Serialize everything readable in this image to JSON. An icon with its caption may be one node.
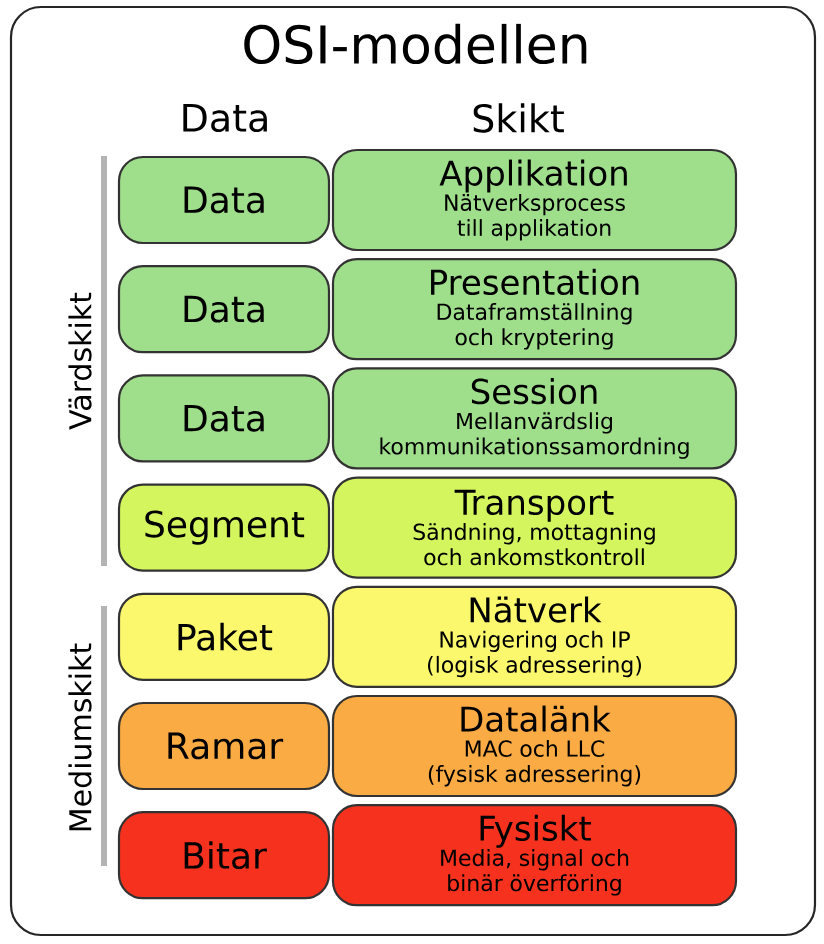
{
  "diagram": {
    "title": "OSI-modellen",
    "nodes": [
      {
        "text": [
          "Data"
        ]
      },
      {
        "text": [
          "Applikation",
          "Nätverksprocess till applikation"
        ]
      },
      {
        "text": [
          "Data"
        ]
      },
      {
        "text": [
          "Presentation",
          "Dataframställning och kryptering"
        ]
      },
      {
        "text": [
          "Data"
        ]
      },
      {
        "text": [
          "Session",
          "Mellanvärdslig kommunikationssamordning"
        ]
      },
      {
        "text": [
          "Segment"
        ]
      },
      {
        "text": [
          "Transport",
          "Sändning, mottagning och ankomstkontroll"
        ]
      },
      {
        "text": [
          "Paket"
        ]
      },
      {
        "text": [
          "Nätverk",
          "Navigering och IP (logisk adressering)"
        ]
      },
      {
        "text": [
          "Ramar"
        ]
      },
      {
        "text": [
          "Datalänk",
          "MAC och LLC (fysisk adressering)"
        ]
      },
      {
        "text": [
          "Bitar"
        ]
      },
      {
        "text": [
          "Fysiskt",
          "Media, signal och binär överföring"
        ]
      }
    ],
    "labels": [
      "Data",
      "Skikt",
      "Värdskikt",
      "Mediumskikt"
    ]
  }
}
